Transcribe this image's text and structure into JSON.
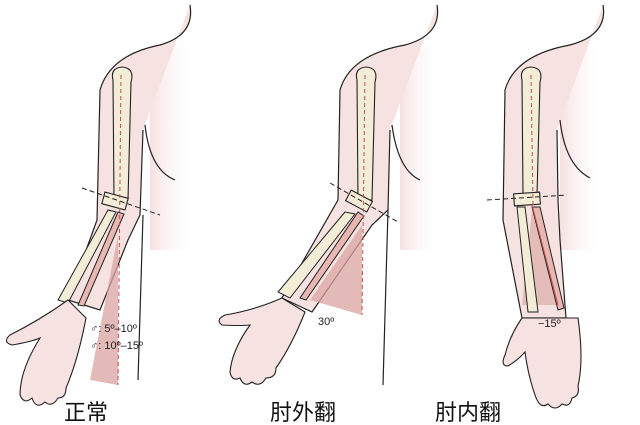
{
  "panels": [
    {
      "title": "正常",
      "angle_labels": [
        "♂: 5º–10º",
        "♂: 10º–15º"
      ]
    },
    {
      "title": "肘外翻",
      "angle_labels": [
        "30º"
      ]
    },
    {
      "title": "肘内翻",
      "angle_labels": [
        "−15º"
      ]
    }
  ],
  "colors": {
    "skin": "#f6e3e1",
    "bone": "#f3ecd6",
    "shade": "#d9a3a0",
    "outline": "#222222",
    "axis": "#c0504d"
  }
}
